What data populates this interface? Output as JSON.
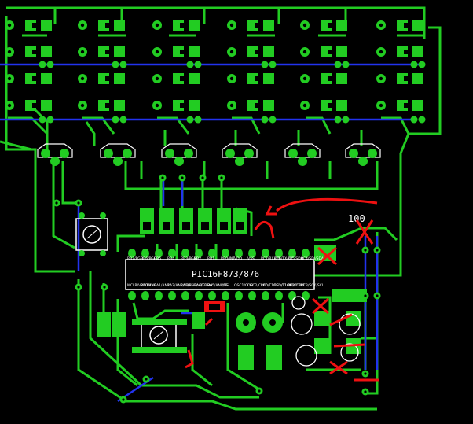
{
  "chip_label": "PIC16F873/876",
  "resistor_value": "100",
  "pin_labels_top": [
    "RB7/PGD",
    "RB6/PGC",
    "RB5",
    "RB4",
    "RB3/PGM",
    "RB2",
    "RB1",
    "RB0/INT",
    "VDD",
    "VSS",
    "RC7/RX/DT",
    "RC6/TX/CK",
    "RC5/SDO",
    "RC4/SDI/SDA"
  ],
  "pin_labels_bottom": [
    "MCLR/VPP/THV",
    "RA0/AN0",
    "RA1/AN1",
    "RA2/AN2/VREF-",
    "RA3/AN3/VREF+",
    "RA4/T0CKI",
    "RA5/AN4/SS",
    "VSS",
    "OSC1/CLKI",
    "OSC2/CLKO",
    "RC0/T1OSO/T1CKI",
    "RC1/T1OSI/CCP2",
    "RC2/CCP1",
    "RC3/SCK/SCL"
  ],
  "colors": {
    "background": "#000000",
    "copper": "#22cc22",
    "jumper": "#2233ee",
    "silkscreen": "#ffffff",
    "annotation": "#ee1111"
  }
}
